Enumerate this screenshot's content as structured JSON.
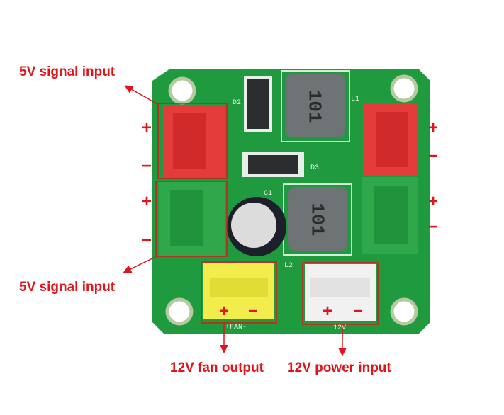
{
  "labels": {
    "signal_input_top": "5V signal input",
    "signal_input_bottom": "5V signal input",
    "fan_output": "12V fan output",
    "power_input": "12V power input"
  },
  "polarity": {
    "plus": "+",
    "minus": "−"
  },
  "board": {
    "inductor_marking": "101",
    "silkscreen": {
      "d2": "D2",
      "d3": "D3",
      "c1": "C1",
      "l1": "L1",
      "l2": "L2",
      "fan": "+FAN-",
      "power": "12V"
    }
  },
  "colors": {
    "annotation": "#e0141b",
    "pcb": "#1f9a3e"
  }
}
